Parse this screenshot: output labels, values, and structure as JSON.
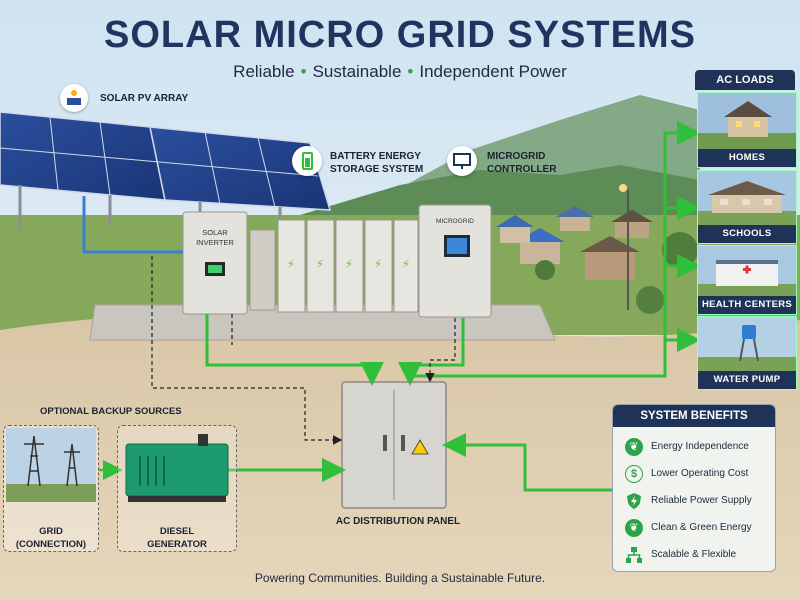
{
  "title": "SOLAR MICRO GRID SYSTEMS",
  "subtitle": {
    "part1": "Reliable",
    "part2": "Sustainable",
    "part3": "Independent Power",
    "separator": "•"
  },
  "components": {
    "solar_pv": "SOLAR PV ARRAY",
    "battery_line1": "BATTERY ENERGY",
    "battery_line2": "STORAGE SYSTEM",
    "controller_line1": "MICROGRID",
    "controller_line2": "CONTROLLER",
    "inverter_line1": "SOLAR",
    "inverter_line2": "INVERTER",
    "controller_panel_text": "MICROGRID",
    "distribution_panel": "AC DISTRIBUTION PANEL"
  },
  "ac_loads": {
    "header": "AC LOADS",
    "items": [
      "HOMES",
      "SCHOOLS",
      "HEALTH CENTERS",
      "WATER PUMP"
    ]
  },
  "backup": {
    "header": "OPTIONAL BACKUP SOURCES",
    "grid_line1": "GRID",
    "grid_line2": "(CONNECTION)",
    "diesel_line1": "DIESEL",
    "diesel_line2": "GENERATOR"
  },
  "benefits": {
    "header": "SYSTEM BENEFITS",
    "items": [
      {
        "icon": "leaf-icon",
        "label": "Energy Independence"
      },
      {
        "icon": "dollar-icon",
        "label": "Lower Operating Cost"
      },
      {
        "icon": "shield-bolt-icon",
        "label": "Reliable Power Supply"
      },
      {
        "icon": "leaf-icon",
        "label": "Clean & Green Energy"
      },
      {
        "icon": "network-icon",
        "label": "Scalable & Flexible"
      }
    ]
  },
  "footer": "Powering Communities. Building a Sustainable Future.",
  "colors": {
    "title": "#1f3560",
    "green_line": "#2fbf3a",
    "blue_line": "#3a7fd4",
    "header_bg": "#1f3358"
  }
}
